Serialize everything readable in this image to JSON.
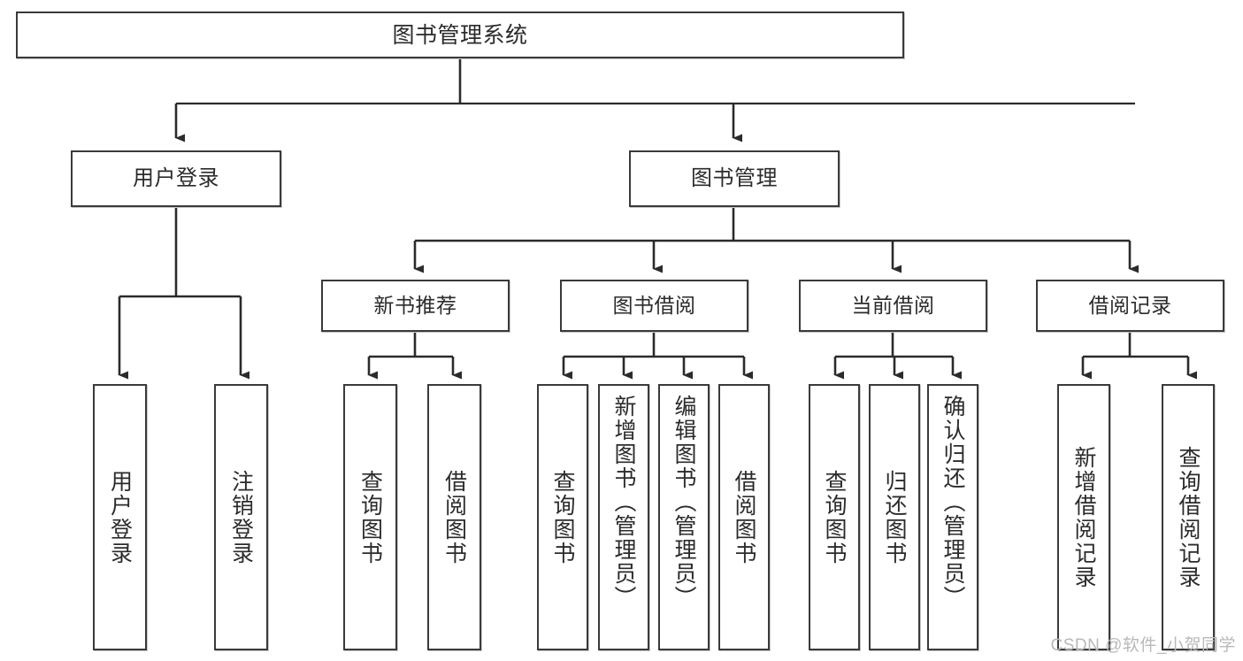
{
  "diagram": {
    "title": "图书管理系统",
    "type": "tree-hierarchy-chart",
    "colors": {
      "box_border": "#3a3a3a",
      "box_fill": "#ffffff",
      "edge": "#2b2b2b",
      "text": "#2b2b2b",
      "watermark": "#b9b9b9",
      "background": "#ffffff"
    }
  },
  "root": {
    "label": "图书管理系统"
  },
  "level2": {
    "user_login": {
      "label": "用户登录"
    },
    "book_manage": {
      "label": "图书管理"
    }
  },
  "level3": {
    "new_book_recommend": {
      "label": "新书推荐"
    },
    "book_borrow": {
      "label": "图书借阅"
    },
    "current_borrow": {
      "label": "当前借阅"
    },
    "borrow_record": {
      "label": "借阅记录"
    }
  },
  "leaves": {
    "user_login": [
      {
        "label": "用户登录"
      },
      {
        "label": "注销登录"
      }
    ],
    "new_book_recommend": [
      {
        "label": "查询图书"
      },
      {
        "label": "借阅图书"
      }
    ],
    "book_borrow": [
      {
        "label": "查询图书"
      },
      {
        "label": "新增图书（管理员）"
      },
      {
        "label": "编辑图书（管理员）"
      },
      {
        "label": "借阅图书"
      }
    ],
    "current_borrow": [
      {
        "label": "查询图书"
      },
      {
        "label": "归还图书"
      },
      {
        "label": "确认归还（管理员）"
      }
    ],
    "borrow_record": [
      {
        "label": "新增借阅记录"
      },
      {
        "label": "查询借阅记录"
      }
    ]
  },
  "watermark": {
    "text": "CSDN @软件_小贺同学"
  }
}
